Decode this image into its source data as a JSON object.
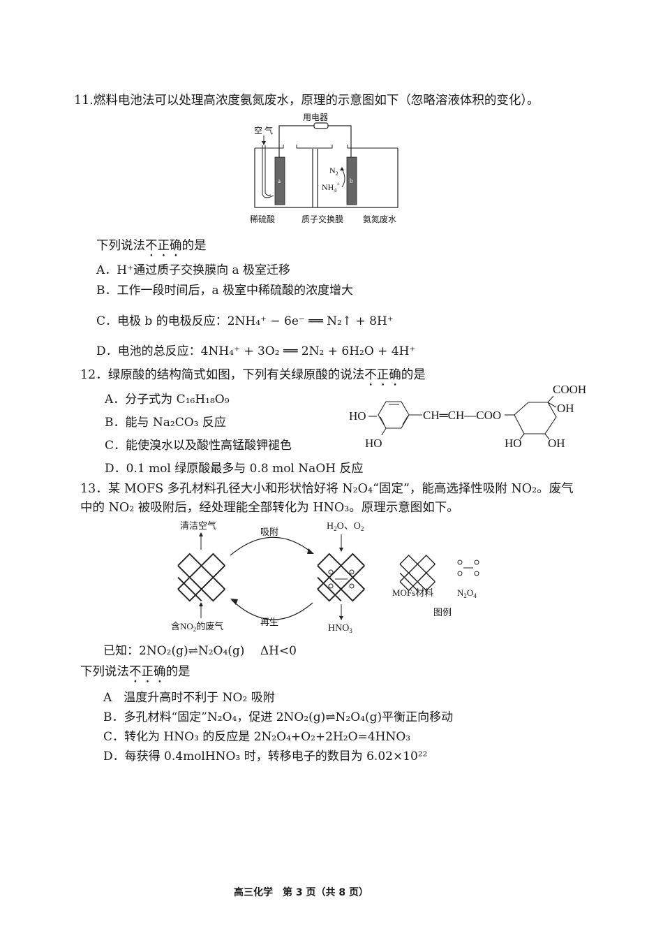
{
  "q11": {
    "stem": "11.燃料电池法可以处理高浓度氨氮废水，原理的示意图如下（忽略溶液体积的变化）。",
    "figure": {
      "load_label": "用电器",
      "air_label": "空气",
      "electrode_a": "a",
      "electrode_b": "b",
      "n2_label": "N",
      "n2_sub": "2",
      "nh4_label": "NH",
      "nh4_sub": "4",
      "nh4_sup": "+",
      "left_solution": "稀硫酸",
      "membrane": "质子交换膜",
      "right_solution": "氨氮废水"
    },
    "prompt_pre": "下列说法",
    "prompt_dot": "不正确",
    "prompt_post": "的是",
    "options": {
      "A": "A．H⁺通过质子交换膜向 a 极室迁移",
      "B": "B．工作一段时间后，a 极室中稀硫酸的浓度增大",
      "C": "C．电极 b 的电极反应：2NH₄⁺ − 6e⁻ ══ N₂↑ + 8H⁺",
      "D": "D．电池的总反应：4NH₄⁺ + 3O₂ ══ 2N₂ + 6H₂O + 4H⁺"
    }
  },
  "q12": {
    "stem_pre": "12．绿原酸的结构简式如图，下列有关绿原酸的说法",
    "stem_dot": "不正确",
    "stem_post": "的是",
    "options": {
      "A": "A．分子式为 C₁₆H₁₈O₉",
      "B": "B．能与 Na₂CO₃ 反应",
      "C": "C．能使溴水以及酸性高锰酸钾褪色",
      "D": "D．0.1 mol 绿原酸最多与 0.8 mol NaOH 反应"
    },
    "structure": {
      "ho_top": "HO",
      "ho_bottom": "HO",
      "chain": "CH═CH—COO",
      "cooh": "COOH",
      "oh_right": "OH",
      "ho_ring": "HO",
      "oh_ring": "OH"
    }
  },
  "q13": {
    "stem_line1": "13．某 MOFS 多孔材料孔径大小和形状恰好将 N₂O₄“固定”，能高选择性吸附 NO₂。废气",
    "stem_line2": "中的 NO₂ 被吸附后，经处理能全部转化为 HNO₃。原理示意图如下。",
    "figure": {
      "clean_air": "清洁空气",
      "adsorb": "吸附",
      "h2o_o2": "H₂O、O₂",
      "regenerate": "再生",
      "waste_gas": "含NO₂的废气",
      "hno3": "HNO₃",
      "legend_mofs": "MOFs材料",
      "legend_n2o4": "N₂O₄",
      "legend_title": "图例"
    },
    "known": "已知：2NO₂(g)⇌N₂O₄(g)　 ΔH<0",
    "prompt_pre": "下列说法",
    "prompt_dot": "不正确",
    "prompt_post": "的是",
    "options": {
      "A": "A　温度升高时不利于 NO₂ 吸附",
      "B": "B．多孔材料“固定”N₂O₄，促进 2NO₂(g)⇌N₂O₄(g)平衡正向移动",
      "C": "C．转化为 HNO₃ 的反应是 2N₂O₄+O₂+2H₂O=4HNO₃",
      "D": "D．每获得 0.4molHNO₃ 时，转移电子的数目为 6.02×10²²"
    }
  },
  "footer": {
    "text": "高三化学　第 3 页（共 8 页）"
  }
}
